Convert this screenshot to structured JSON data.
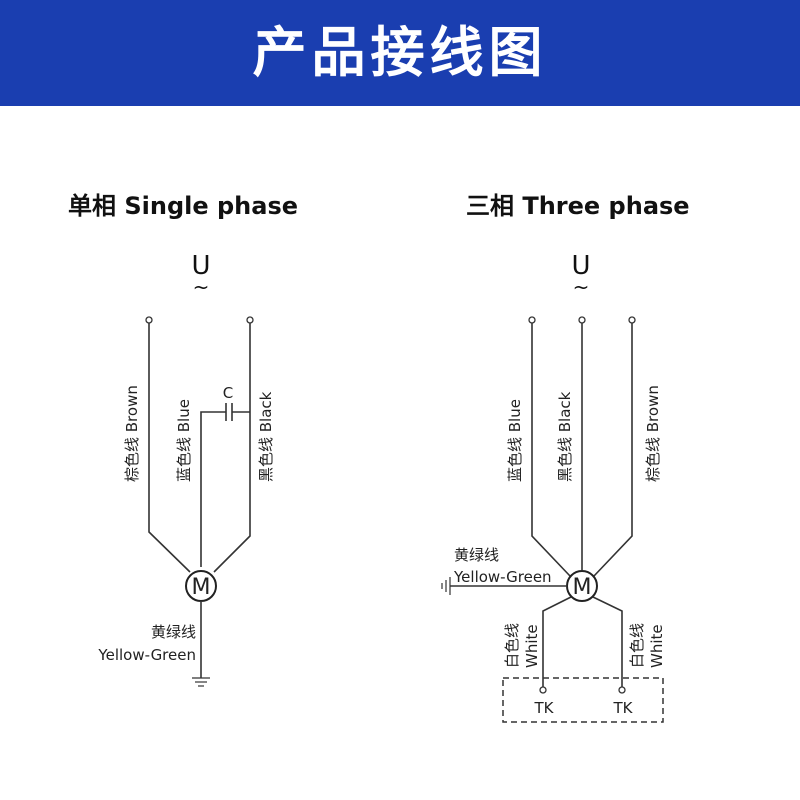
{
  "header": {
    "title": "产品接线图",
    "bg_color": "#1a3eb0"
  },
  "single_phase": {
    "title": "单相 Single phase",
    "supply_symbol": "U",
    "supply_tilde": "~",
    "capacitor_label": "C",
    "wires": {
      "brown": "棕色线 Brown",
      "blue": "蓝色线 Blue",
      "black": "黑色线 Black"
    },
    "motor_label": "M",
    "ground_cn": "黄绿线",
    "ground_en": "Yellow-Green"
  },
  "three_phase": {
    "title": "三相 Three phase",
    "supply_symbol": "U",
    "supply_tilde": "~",
    "wires": {
      "blue": "蓝色线 Blue",
      "black": "黑色线 Black",
      "brown": "棕色线 Brown"
    },
    "motor_label": "M",
    "ground_cn": "黄绿线",
    "ground_en": "Yellow-Green",
    "white_left_cn": "白色线",
    "white_left_en": "White",
    "white_right_cn": "白色线",
    "white_right_en": "White",
    "tk_left": "TK",
    "tk_right": "TK"
  }
}
